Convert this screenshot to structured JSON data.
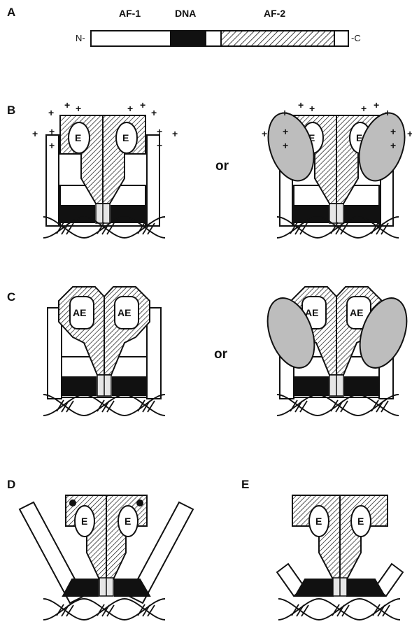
{
  "panels": {
    "a": {
      "letter": "A",
      "n_term": "N-",
      "c_term": "-C",
      "domains": [
        "AF-1",
        "DNA",
        "AF-2"
      ]
    },
    "b": {
      "letter": "B",
      "or_text": "or",
      "ligand": "E",
      "charge": "+"
    },
    "c": {
      "letter": "C",
      "or_text": "or",
      "ligand": "AE"
    },
    "d": {
      "letter": "D",
      "ligand": "E"
    },
    "e": {
      "letter": "E",
      "ligand": "E"
    }
  },
  "colors": {
    "ink": "#111111",
    "dna_binding_domain": "#111111",
    "coactivator": "#bdbdbd",
    "hinge": "#e6e6e6",
    "background": "#ffffff"
  }
}
